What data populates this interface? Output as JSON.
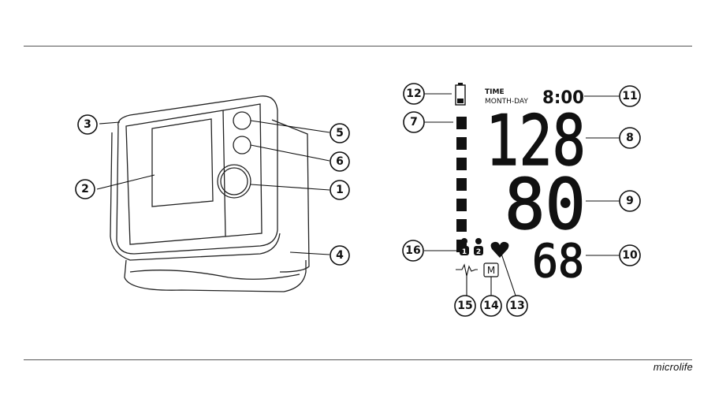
{
  "header": {
    "rule": "top-rule"
  },
  "footer": {
    "brand": "microlife"
  },
  "display": {
    "time_label": "TIME",
    "date_label": "MONTH-DAY",
    "time_value": "8:00",
    "systolic": "128",
    "diastolic": "80",
    "pulse": "68",
    "memory_symbol": "M",
    "user_1": "1",
    "user_2": "2",
    "risk_bar_segments": 7
  },
  "callouts": {
    "c1": "1",
    "c2": "2",
    "c3": "3",
    "c4": "4",
    "c5": "5",
    "c6": "6",
    "c7": "7",
    "c8": "8",
    "c9": "9",
    "c10": "10",
    "c11": "11",
    "c12": "12",
    "c13": "13",
    "c14": "14",
    "c15": "15",
    "c16": "16"
  }
}
